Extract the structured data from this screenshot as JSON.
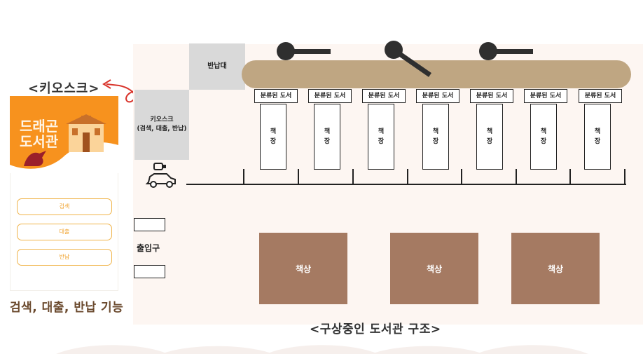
{
  "kiosk": {
    "title": "<키오스크>",
    "logo_line1": "드래곤",
    "logo_line2": "도서관",
    "buttons": [
      "검색",
      "대출",
      "반납"
    ],
    "caption": "검색, 대출, 반납 기능"
  },
  "plan": {
    "return_desk": "반납대",
    "kiosk_area": "키오스크\n(검색, 대출, 반납)",
    "sorted_label": "분류된 도서",
    "shelf_label": "책\n장",
    "desk_label": "책상",
    "entrance": "출입구",
    "caption": "<구상중인 도서관 구조>"
  },
  "colors": {
    "accent_orange": "#f7921e",
    "conveyor": "#bfa682",
    "desk": "#a57a62",
    "arrow": "#d9342b"
  }
}
